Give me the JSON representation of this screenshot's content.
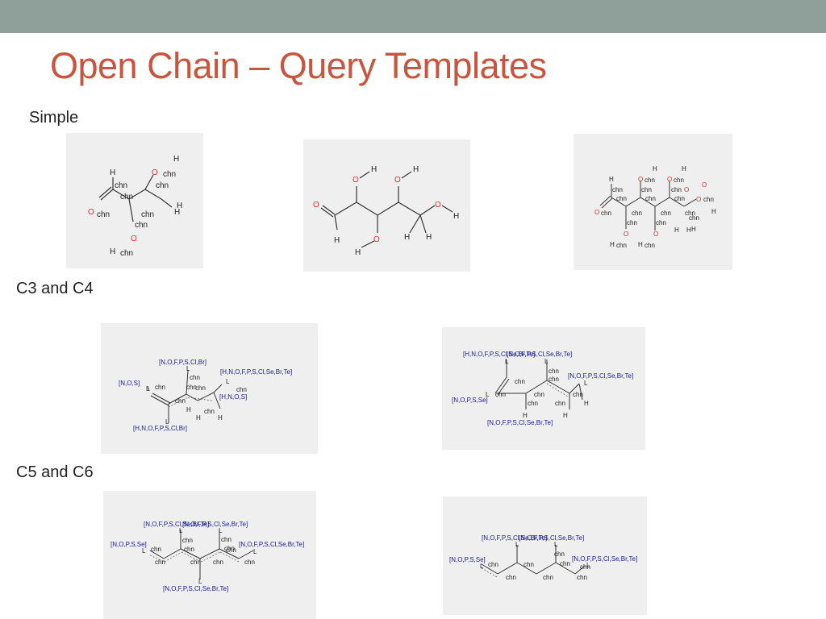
{
  "slide": {
    "title": "Open Chain – Query Templates",
    "sections": {
      "simple": "Simple",
      "c3c4": "C3 and C4",
      "c5c6": "C5 and C6"
    }
  },
  "templates": {
    "simple_1": {
      "atoms": [
        "H",
        "chn",
        "chn",
        "O",
        "chn",
        "chn",
        "chn",
        "O",
        "chn",
        "H",
        "chn",
        "H",
        "H",
        "O",
        "chn",
        "H"
      ]
    },
    "simple_2": {
      "atoms": [
        "O",
        "H",
        "O",
        "H",
        "O",
        "O",
        "H",
        "H",
        "H",
        "H",
        "O",
        "H"
      ]
    },
    "simple_3": {
      "atoms": [
        "H",
        "chn",
        "chn",
        "O",
        "chn",
        "O",
        "chn",
        "chn",
        "O",
        "H",
        "chn",
        "chn",
        "O",
        "H",
        "chn",
        "chn",
        "O",
        "chn",
        "chn",
        "chn",
        "H",
        "chn",
        "O",
        "chn",
        "chn",
        "chn",
        "H",
        "O",
        "H",
        "chn",
        "H",
        "chn",
        "H",
        "O",
        "H"
      ]
    },
    "c3c4_1": {
      "atoms": [
        "[N,O,F,P,S,Cl,Br]",
        "L",
        "chn",
        "[N,O,S]",
        "L",
        "chn",
        "chn",
        "chn",
        "chn",
        "[H,N,O,F,P,S,Cl,Se,Br,Te]",
        "L",
        "chn",
        "[H,N,O,S]",
        "L",
        "H",
        "H",
        "chn",
        "H",
        "[H,N,O,F,P,S,Cl,Br]"
      ]
    },
    "c3c4_2": {
      "atoms": [
        "[H,N,O,F,P,S,Cl,Se,Br,Te]",
        "[N,O,F,P,S,Cl,Se,Br,Te]",
        "L",
        "L",
        "chn",
        "chn",
        "chn",
        "chn",
        "chn",
        "chn",
        "chn",
        "chn",
        "[N,O,F,P,S,Cl,Se,Br,Te]",
        "L",
        "[N,O,P,S,Se]",
        "L",
        "H",
        "H",
        "H",
        "[N,O,F,P,S,Cl,Se,Br,Te]"
      ]
    },
    "c5c6_1": {
      "atoms": [
        "[N,O,F,P,S,Cl,Se,Br,Te]",
        "[N,O,F,P,S,Cl,Se,Br,Te]",
        "L",
        "L",
        "chn",
        "chn",
        "chn",
        "chn",
        "[N,O,P,S,Se]",
        "L",
        "chn",
        "chn",
        "chn",
        "chn",
        "chn",
        "chn",
        "[N,O,F,P,S,Cl,Se,Br,Te]",
        "L",
        "L",
        "[N,O,F,P,S,Cl,Se,Br,Te]"
      ]
    },
    "c5c6_2": {
      "atoms": [
        "[N,O,F,P,S,Cl,Se,Br,Te]",
        "[N,O,F,P,S,Cl,Se,Br,Te]",
        "L",
        "L",
        "chn",
        "[N,O,P,S,Se]",
        "L",
        "chn",
        "chn",
        "chn",
        "chn",
        "chn",
        "[N,O,F,P,S,Cl,Se,Br,Te]",
        "L",
        "chn",
        "chn"
      ]
    }
  }
}
